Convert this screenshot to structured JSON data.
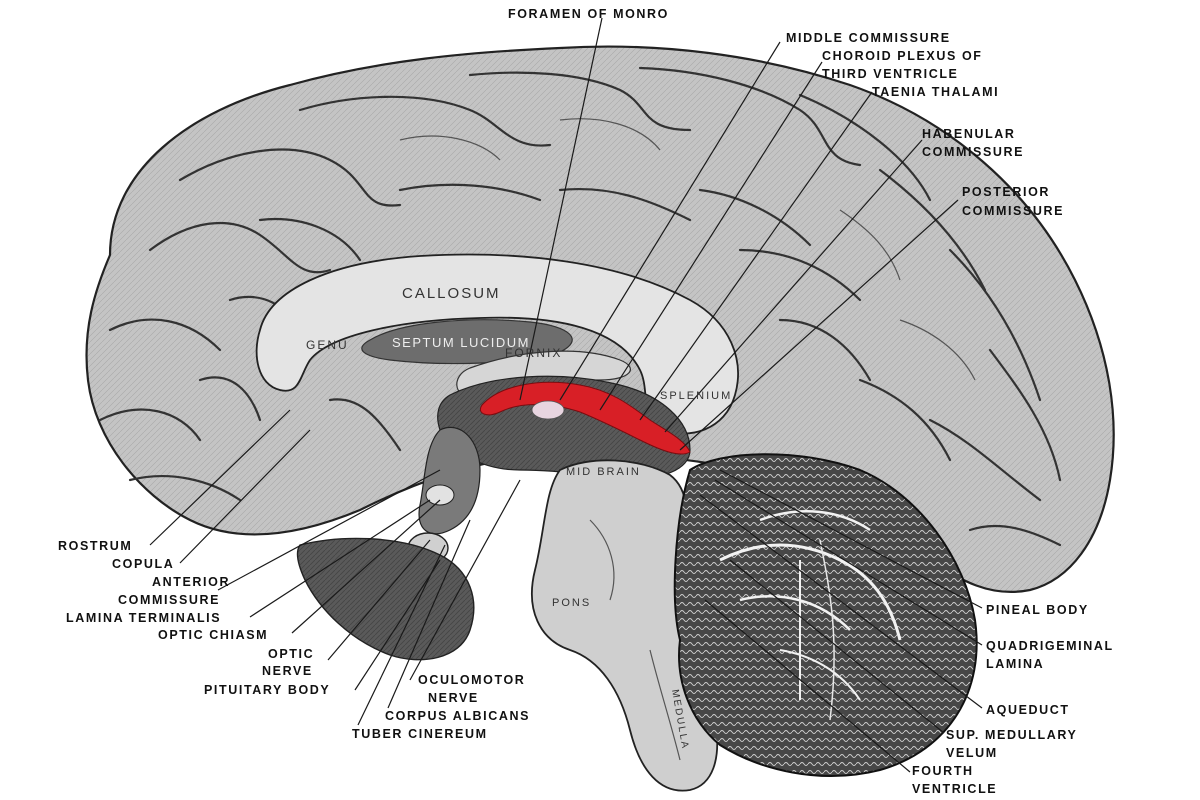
{
  "figure": {
    "labels": {
      "foramen_of_monro": "FORAMEN OF MONRO",
      "middle_commissure": "MIDDLE COMMISSURE",
      "choroid_plexus_1": "CHOROID PLEXUS OF",
      "choroid_plexus_2": "THIRD VENTRICLE",
      "taenia_thalami": "TAENIA THALAMI",
      "habenular_1": "HABENULAR",
      "habenular_2": "COMMISSURE",
      "posterior_1": "POSTERIOR",
      "posterior_2": "COMMISSURE",
      "rostrum": "ROSTRUM",
      "copula": "COPULA",
      "anterior_1": "ANTERIOR",
      "anterior_2": "COMMISSURE",
      "lamina_terminalis": "LAMINA TERMINALIS",
      "optic_chiasm": "OPTIC CHIASM",
      "optic_nerve_1": "OPTIC",
      "optic_nerve_2": "NERVE",
      "pituitary_body": "PITUITARY BODY",
      "oculomotor_1": "OCULOMOTOR",
      "oculomotor_2": "NERVE",
      "corpus_albicans": "CORPUS ALBICANS",
      "tuber_cinereum": "TUBER CINEREUM",
      "pineal_body": "PINEAL BODY",
      "quadrigeminal_1": "QUADRIGEMINAL",
      "quadrigeminal_2": "LAMINA",
      "aqueduct": "AQUEDUCT",
      "sup_medullary_1": "SUP. MEDULLARY",
      "sup_medullary_2": "VELUM",
      "fourth_ventricle_1": "FOURTH",
      "fourth_ventricle_2": "VENTRICLE"
    },
    "structures": {
      "callosum": "CALLOSUM",
      "genu": "GENU",
      "septum": "SEPTUM LUCIDUM",
      "fornix": "FORNIX",
      "splenium": "SPLENIUM",
      "mid_brain": "MID BRAIN",
      "pons": "PONS",
      "medulla": "MEDULLA"
    },
    "colors": {
      "choroid_plexus": "#d81f26",
      "cortex": "#bdbdbd",
      "ink": "#111111"
    }
  }
}
